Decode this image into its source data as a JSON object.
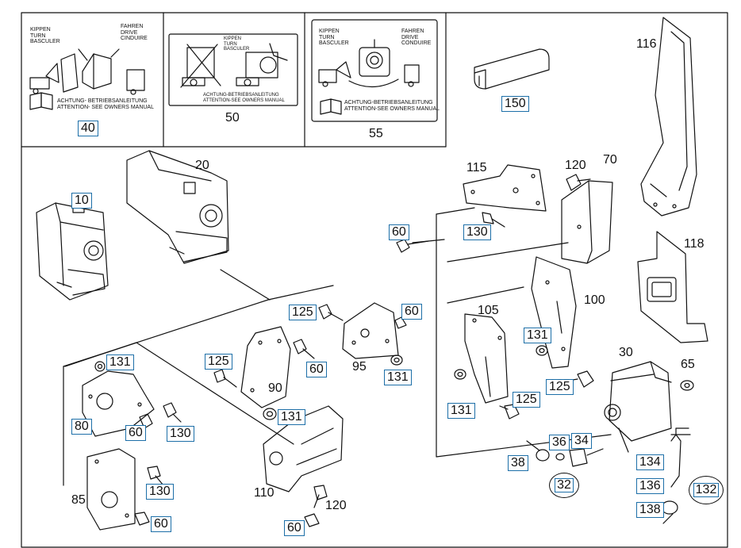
{
  "panels": {
    "p40": {
      "callout": "40",
      "left_text": [
        "KIPPEN",
        "TURN",
        "BASCULER"
      ],
      "right_text": [
        "FAHREN",
        "DRIVE",
        "CINDUIRE"
      ],
      "notice": [
        "ACHTUNG- BETRIEBSANLEITUNG",
        "ATTENTION- SEE OWNERS MANUAL"
      ]
    },
    "p50": {
      "callout": "50",
      "top_text": [
        "KIPPEN",
        "TURN",
        "BASCULER"
      ],
      "notice": [
        "ACHTUNG-BETRIEBSANLEITUNG",
        "ATTENTION-SEE OWNERS MANUAL"
      ]
    },
    "p55": {
      "callout": "55",
      "left_text": [
        "KIPPEN",
        "TURN",
        "BASCULER"
      ],
      "right_text": [
        "FAHREN",
        "DRIVE",
        "CONDUIRE"
      ],
      "notice": [
        "ACHTUNG-BETRIEBSANLEITUNG",
        "ATTENTION-SEE OWNERS MANUAL"
      ]
    },
    "p150": {
      "callout": "150"
    }
  },
  "callouts": {
    "c116": "116",
    "c10": "10",
    "c20": "20",
    "c115": "115",
    "c120a": "120",
    "c70": "70",
    "c60a": "60",
    "c130a": "130",
    "c118": "118",
    "c125a": "125",
    "c60b": "60",
    "c105": "105",
    "c100": "100",
    "c131a": "131",
    "c95": "95",
    "c125b": "125",
    "c60c": "60",
    "c131b": "131",
    "c131c": "131",
    "c90": "90",
    "c30": "30",
    "c65": "65",
    "c125c": "125",
    "c125d": "125",
    "c131d": "131",
    "c131e": "131",
    "c80": "80",
    "c60d": "60",
    "c130b": "130",
    "c36": "36",
    "c34": "34",
    "c38": "38",
    "c32": "32",
    "c134": "134",
    "c136": "136",
    "c132": "132",
    "c138": "138",
    "c130c": "130",
    "c85": "85",
    "c110": "110",
    "c120b": "120",
    "c60e": "60",
    "c60f": "60"
  },
  "colors": {
    "line": "#111111",
    "callout_box": "#1d6fa8",
    "background": "#ffffff"
  }
}
